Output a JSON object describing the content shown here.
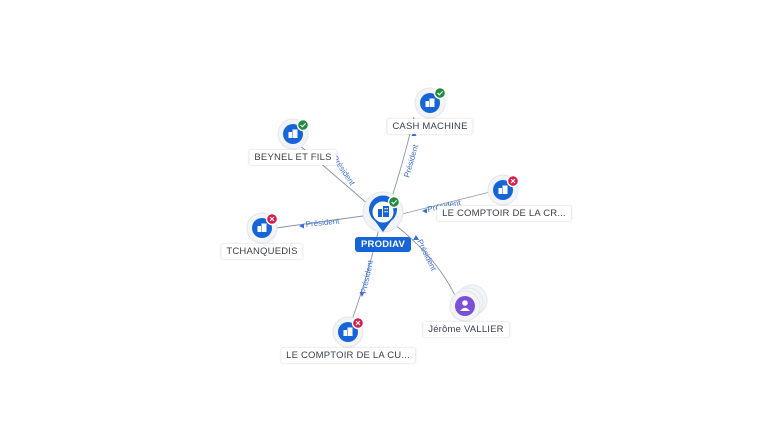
{
  "center": {
    "label": "PRODIAV",
    "status": "active",
    "icon": "building-icon"
  },
  "nodes": [
    {
      "id": "cash",
      "label": "CASH MACHINE",
      "status": "active",
      "icon": "building-icon",
      "edge": "Président"
    },
    {
      "id": "beynel",
      "label": "BEYNEL ET FILS",
      "status": "active",
      "icon": "building-icon",
      "edge": "Président"
    },
    {
      "id": "comptoir-cr",
      "label": "LE COMPTOIR DE LA CR...",
      "status": "closed",
      "icon": "building-icon",
      "edge": "Président"
    },
    {
      "id": "tchanquedis",
      "label": "TCHANQUEDIS",
      "status": "closed",
      "icon": "building-icon",
      "edge": "Président"
    },
    {
      "id": "comptoir-cu",
      "label": "LE COMPTOIR DE LA CU...",
      "status": "closed",
      "icon": "building-icon",
      "edge": "Président"
    },
    {
      "id": "vallier",
      "label": "Jérôme VALLIER",
      "status": "person",
      "icon": "person-icon",
      "edge": "Président"
    }
  ],
  "colors": {
    "company": "#1565d8",
    "person": "#7b4fd6",
    "active": "#1e8e3e",
    "closed": "#d81b4a",
    "edge_label": "#3b6fd8"
  }
}
